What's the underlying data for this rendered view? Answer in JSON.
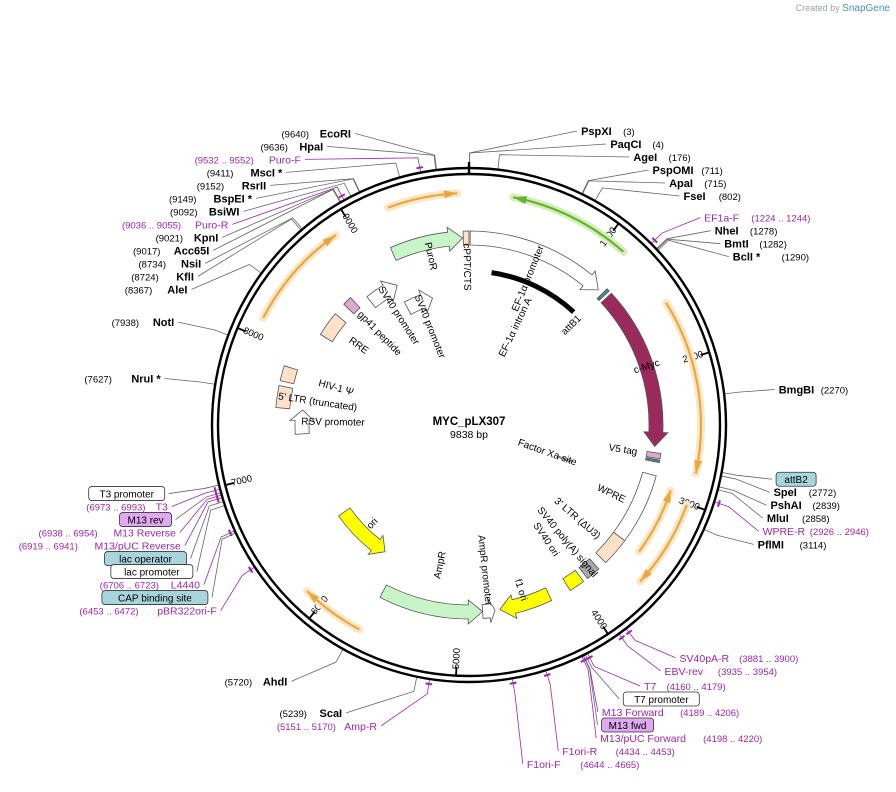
{
  "brand": {
    "prefix": "Created by",
    "name": "SnapGene"
  },
  "plasmid": {
    "name": "MYC_pLX307",
    "size_label": "9838 bp",
    "length": 9838
  },
  "ticks": [
    {
      "pos": 1000,
      "label": "1000"
    },
    {
      "pos": 2000,
      "label": "2000"
    },
    {
      "pos": 3000,
      "label": "3000"
    },
    {
      "pos": 4000,
      "label": "4000"
    },
    {
      "pos": 5000,
      "label": "5000"
    },
    {
      "pos": 6000,
      "label": "6000"
    },
    {
      "pos": 7000,
      "label": "7000"
    },
    {
      "pos": 8000,
      "label": "8000"
    },
    {
      "pos": 9000,
      "label": "9000"
    }
  ],
  "sites": [
    {
      "pos": 3,
      "name": "PspXI",
      "pos_label": "(3)"
    },
    {
      "pos": 4,
      "name": "PaqCI",
      "pos_label": "(4)"
    },
    {
      "pos": 176,
      "name": "AgeI",
      "pos_label": "(176)"
    },
    {
      "pos": 711,
      "name": "PspOMI",
      "pos_label": "(711)"
    },
    {
      "pos": 715,
      "name": "ApaI",
      "pos_label": "(715)"
    },
    {
      "pos": 802,
      "name": "FseI",
      "pos_label": "(802)"
    },
    {
      "pos": 1278,
      "name": "NheI",
      "pos_label": "(1278)"
    },
    {
      "pos": 1282,
      "name": "BmtI",
      "pos_label": "(1282)"
    },
    {
      "pos": 1290,
      "name": "BclI *",
      "pos_label": "(1290)"
    },
    {
      "pos": 2270,
      "name": "BmgBI",
      "pos_label": "(2270)"
    },
    {
      "pos": 2772,
      "name": "SpeI",
      "pos_label": "(2772)"
    },
    {
      "pos": 2839,
      "name": "PshAI",
      "pos_label": "(2839)"
    },
    {
      "pos": 2858,
      "name": "MluI",
      "pos_label": "(2858)"
    },
    {
      "pos": 3114,
      "name": "PflMI",
      "pos_label": "(3114)"
    },
    {
      "pos": 5239,
      "name": "ScaI",
      "pos_label": "(5239)"
    },
    {
      "pos": 5720,
      "name": "AhdI",
      "pos_label": "(5720)"
    },
    {
      "pos": 7627,
      "name": "NruI *",
      "pos_label": "(7627)"
    },
    {
      "pos": 7938,
      "name": "NotI",
      "pos_label": "(7938)"
    },
    {
      "pos": 8367,
      "name": "AleI",
      "pos_label": "(8367)"
    },
    {
      "pos": 8724,
      "name": "KflI",
      "pos_label": "(8724)"
    },
    {
      "pos": 8734,
      "name": "NsiI",
      "pos_label": "(8734)"
    },
    {
      "pos": 9017,
      "name": "Acc65I",
      "pos_label": "(9017)"
    },
    {
      "pos": 9021,
      "name": "KpnI",
      "pos_label": "(9021)"
    },
    {
      "pos": 9092,
      "name": "BsiWI",
      "pos_label": "(9092)"
    },
    {
      "pos": 9149,
      "name": "BspEI *",
      "pos_label": "(9149)"
    },
    {
      "pos": 9152,
      "name": "RsrII",
      "pos_label": "(9152)"
    },
    {
      "pos": 9411,
      "name": "MscI *",
      "pos_label": "(9411)"
    },
    {
      "pos": 9636,
      "name": "HpaI",
      "pos_label": "(9636)"
    },
    {
      "pos": 9640,
      "name": "EcoRI",
      "pos_label": "(9640)"
    }
  ],
  "primers": [
    {
      "pos": 1234,
      "name": "EF1a-F",
      "range": "(1224 .. 1244)"
    },
    {
      "pos": 2936,
      "name": "WPRE-R",
      "range": "(2926 .. 2946)"
    },
    {
      "pos": 3890,
      "name": "SV40pA-R",
      "range": "(3881 .. 3900)"
    },
    {
      "pos": 3944,
      "name": "EBV-rev",
      "range": "(3935 .. 3954)"
    },
    {
      "pos": 4170,
      "name": "T7",
      "range": "(4160 .. 4179)"
    },
    {
      "pos": 4198,
      "name": "M13 Forward",
      "range": "(4189 .. 4206)"
    },
    {
      "pos": 4209,
      "name": "M13/pUC Forward",
      "range": "(4198 .. 4220)"
    },
    {
      "pos": 4444,
      "name": "F1ori-R",
      "range": "(4434 .. 4453)"
    },
    {
      "pos": 4654,
      "name": "F1ori-F",
      "range": "(4644 .. 4665)"
    },
    {
      "pos": 5160,
      "name": "Amp-R",
      "range": "(5151 .. 5170)"
    },
    {
      "pos": 6462,
      "name": "pBR322ori-F",
      "range": "(6453 .. 6472)"
    },
    {
      "pos": 6714,
      "name": "L4440",
      "range": "(6706 .. 6723)"
    },
    {
      "pos": 6930,
      "name": "M13/pUC Reverse",
      "range": "(6919 .. 6941)"
    },
    {
      "pos": 6946,
      "name": "M13 Reverse",
      "range": "(6938 .. 6954)"
    },
    {
      "pos": 6983,
      "name": "T3",
      "range": "(6973 .. 6993)"
    },
    {
      "pos": 9045,
      "name": "Puro-R",
      "range": "(9036 .. 9055)"
    },
    {
      "pos": 9542,
      "name": "Puro-F",
      "range": "(9532 .. 9552)"
    }
  ],
  "boxes": [
    {
      "pos": 2750,
      "text": "attB2",
      "color": "#a8d4dc"
    },
    {
      "pos": 4185,
      "text": "T7 promoter",
      "color": "#ffffff"
    },
    {
      "pos": 4200,
      "text": "M13 fwd",
      "color": "#e0a8f0"
    },
    {
      "pos": 6700,
      "text": "CAP binding site",
      "color": "#a8d4dc"
    },
    {
      "pos": 6880,
      "text": "lac promoter",
      "color": "#ffffff"
    },
    {
      "pos": 6905,
      "text": "lac operator",
      "color": "#a8d4dc"
    },
    {
      "pos": 6960,
      "text": "M13 rev",
      "color": "#e0a8f0"
    },
    {
      "pos": 7010,
      "text": "T3 promoter",
      "color": "#ffffff"
    }
  ],
  "features": [
    {
      "name": "cPPT/CTS",
      "start": 9790,
      "end": 9838,
      "radius": 205,
      "kind": "box",
      "color": "#ffe0c8",
      "labelR": 190
    },
    {
      "name": "EF-1α promoter",
      "start": 10,
      "end": 1195,
      "radius": 205,
      "kind": "arrow",
      "color": "#ffffff",
      "labelR": 190
    },
    {
      "name": "attB1",
      "start": 1240,
      "end": 1265,
      "radius": 205,
      "kind": "box",
      "color": "#3d8c8c",
      "labelR": 175
    },
    {
      "name": "c-Myc",
      "start": 1290,
      "end": 2640,
      "radius": 205,
      "kind": "arrow",
      "color": "#9a2a5c",
      "labelR": 205,
      "white": true
    },
    {
      "name": "V5 tag",
      "start": 2690,
      "end": 2735,
      "radius": 205,
      "kind": "box",
      "color": "#e0a8cc",
      "labelR": 188
    },
    {
      "name": "attB2",
      "start": 2745,
      "end": 2765,
      "radius": 205,
      "kind": "box",
      "color": "#3d8c8c"
    },
    {
      "name": "WPRE",
      "start": 2875,
      "end": 3460,
      "radius": 205,
      "kind": "box",
      "color": "#ffffff",
      "labelR": 190
    },
    {
      "name": "3' LTR (ΔU3)",
      "start": 3460,
      "end": 3695,
      "radius": 205,
      "kind": "box",
      "color": "#ffe0c8",
      "labelR": 175
    },
    {
      "name": "SV40 poly(A) signal",
      "start": 3770,
      "end": 3890,
      "radius": 205,
      "kind": "box",
      "color": "#a8a8a8",
      "labelR": 185
    },
    {
      "name": "SV40 ori",
      "start": 3930,
      "end": 4060,
      "radius": 205,
      "kind": "box",
      "color": "#ffff00",
      "labelR": 170
    },
    {
      "name": "f1 ori",
      "start": 4230,
      "end": 4660,
      "radius": 205,
      "kind": "arrow",
      "color": "#ffff00",
      "labelR": 205
    },
    {
      "name": "AmpR promoter",
      "start": 4700,
      "end": 4805,
      "radius": 205,
      "kind": "arrow",
      "color": "#ffffff",
      "labelR": 178,
      "ccw": true
    },
    {
      "name": "AmpR",
      "start": 4805,
      "end": 5665,
      "radius": 205,
      "kind": "arrow",
      "color": "#c8f5c8",
      "labelR": 175,
      "ccw": true
    },
    {
      "name": "ori",
      "start": 5835,
      "end": 6425,
      "radius": 170,
      "kind": "arrow",
      "color": "#ffff00",
      "labelR": 170,
      "ccw": true
    },
    {
      "name": "RSV promoter",
      "start": 7295,
      "end": 7520,
      "radius": 185,
      "kind": "arrow",
      "color": "#ffffff",
      "labelR": 168
    },
    {
      "name": "5' LTR (truncated)",
      "start": 7520,
      "end": 7700,
      "radius": 205,
      "kind": "box",
      "color": "#ffe0c8",
      "labelR": 185
    },
    {
      "name": "HIV-1 Ψ",
      "start": 7740,
      "end": 7865,
      "radius": 205,
      "kind": "box",
      "color": "#ffe0c8",
      "labelR": 170
    },
    {
      "name": "RRE",
      "start": 8235,
      "end": 8465,
      "radius": 185,
      "kind": "box",
      "color": "#ffe0c8",
      "labelR": 168
    },
    {
      "name": "gp41 peptide",
      "start": 8580,
      "end": 8665,
      "radius": 185,
      "kind": "box",
      "color": "#e0a8cc",
      "labelR": 160
    },
    {
      "name": "SV40 promoter",
      "start": 8785,
      "end": 9095,
      "radius": 175,
      "kind": "arrow",
      "color": "#ffffff",
      "labelR": 162
    },
    {
      "name": "PuroR",
      "start": 9185,
      "end": 9785,
      "radius": 205,
      "kind": "arrow",
      "color": "#c8f5c8",
      "labelR": 205
    },
    {
      "name": "SV40 promoter",
      "start": 9080,
      "end": 9400,
      "radius": 150,
      "kind": "arrow",
      "color": "#ffffff",
      "labelR": 138
    },
    {
      "name": "EF-1α intron A",
      "start": 230,
      "end": 1170,
      "radius": 172,
      "kind": "line",
      "color": "#000000",
      "labelR": 150
    },
    {
      "name": "Factor Xa site",
      "start": 2985,
      "end": 3005,
      "radius": 120,
      "kind": "box",
      "color": "#ffffff",
      "labelR": 115
    }
  ],
  "orf_arcs": [
    {
      "start": 9280,
      "end": 9760,
      "color": "#e9a741",
      "glow": "#fbe6c6",
      "ccw": false
    },
    {
      "start": 8130,
      "end": 8880,
      "color": "#e9a741",
      "glow": "#fbe6c6",
      "ccw": false
    },
    {
      "start": 300,
      "end": 1140,
      "color": "#69b22c",
      "glow": "#d4efbd",
      "ccw": true
    },
    {
      "start": 1590,
      "end": 2790,
      "color": "#e9a741",
      "glow": "#fbe6c6",
      "ccw": false
    },
    {
      "start": 3010,
      "end": 3620,
      "color": "#e9a741",
      "glow": "#fbe6c6",
      "ccw": false
    },
    {
      "start": 2950,
      "end": 3460,
      "color": "#e9a741",
      "glow": "#fbe6c6",
      "ccw": true
    },
    {
      "start": 5690,
      "end": 6130,
      "color": "#e9a741",
      "glow": "#fbe6c6",
      "ccw": false
    }
  ]
}
